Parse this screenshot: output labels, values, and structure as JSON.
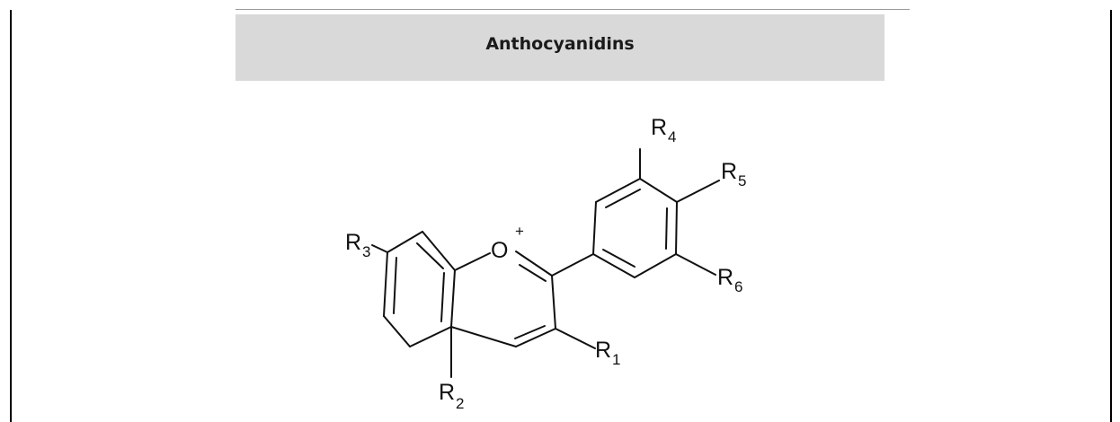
{
  "header": {
    "title": "Anthocyanidins"
  },
  "structure": {
    "atoms": [
      {
        "id": "O",
        "symbol": "O",
        "charge": "+"
      },
      {
        "id": "R1",
        "symbol": "R",
        "sub": "1"
      },
      {
        "id": "R2",
        "symbol": "R",
        "sub": "2"
      },
      {
        "id": "R3",
        "symbol": "R",
        "sub": "3"
      },
      {
        "id": "R4",
        "symbol": "R",
        "sub": "4"
      },
      {
        "id": "R5",
        "symbol": "R",
        "sub": "5"
      },
      {
        "id": "R6",
        "symbol": "R",
        "sub": "6"
      }
    ]
  }
}
